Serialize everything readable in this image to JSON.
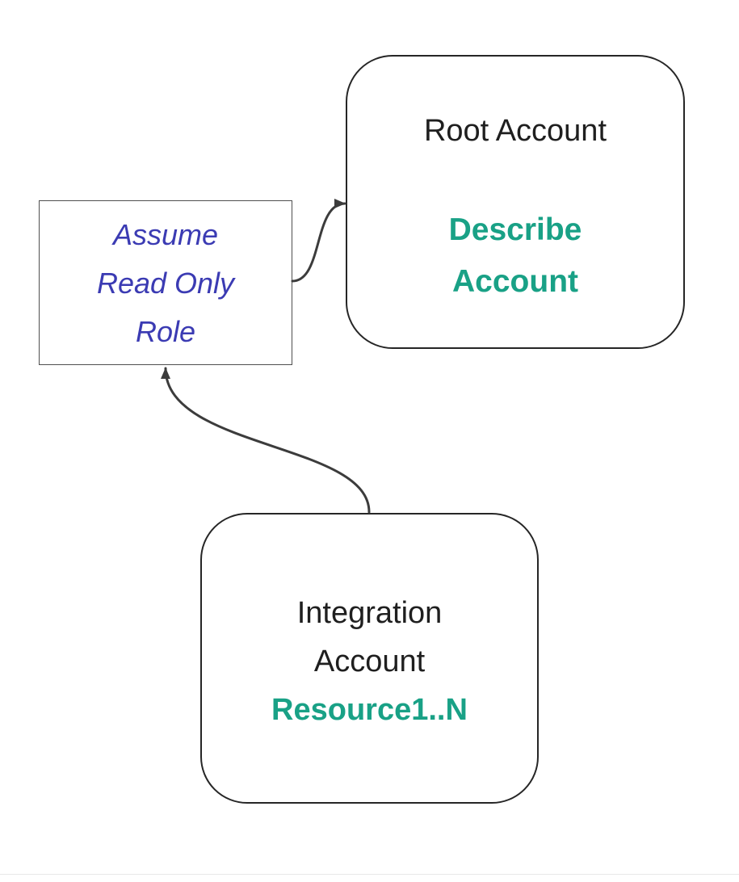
{
  "diagram": {
    "nodes": {
      "root_account": {
        "title": "Root Account",
        "action_line1": "Describe",
        "action_line2": "Account"
      },
      "assume_role": {
        "line1": "Assume",
        "line2": "Read Only",
        "line3": "Role"
      },
      "integration_account": {
        "title_line1": "Integration",
        "title_line2": "Account",
        "resources": "Resource1..N"
      }
    },
    "colors": {
      "action_text": "#19A186",
      "role_text": "#3B3BB3",
      "node_border": "#262626",
      "rect_border": "#4F4F4F",
      "connector": "#3C3C3C",
      "node_title": "#1F1F1F",
      "background": "#FFFFFF"
    }
  }
}
